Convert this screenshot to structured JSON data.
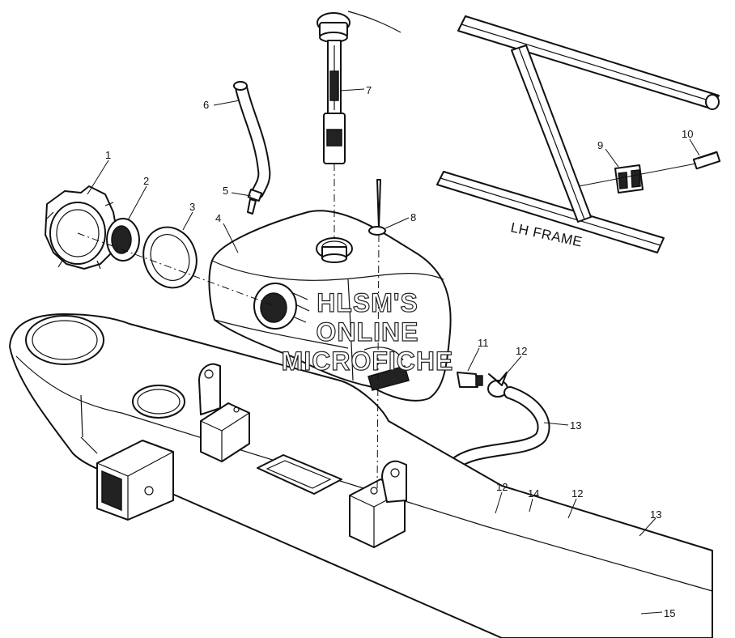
{
  "callouts": [
    "1",
    "2",
    "3",
    "4",
    "5",
    "6",
    "7",
    "8",
    "9",
    "10",
    "11",
    "12",
    "12",
    "12",
    "13",
    "13",
    "14",
    "15"
  ],
  "frame_label": "LH FRAME",
  "watermark": [
    "HLSM'S",
    "ONLINE",
    "MICROFICHE"
  ]
}
